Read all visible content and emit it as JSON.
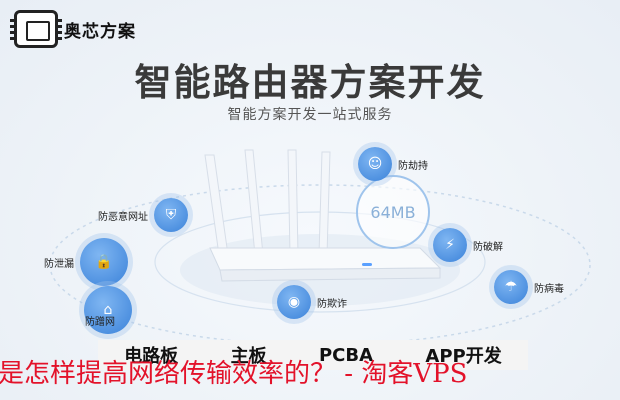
{
  "brand": {
    "name": "奥芯方案"
  },
  "hero": {
    "title": "智能路由器方案开发",
    "subtitle": "智能方案开发一站式服务"
  },
  "features": [
    {
      "name": "anti-hijack",
      "label": "防劫持",
      "icon": "face-icon"
    },
    {
      "name": "anti-malicious-url",
      "label": "防恶意网址",
      "icon": "shield-icon"
    },
    {
      "name": "anti-leak",
      "label": "防泄漏",
      "icon": "lock-icon"
    },
    {
      "name": "anti-freeload",
      "label": "防蹭网",
      "icon": "home-icon"
    },
    {
      "name": "anti-fraud",
      "label": "防欺诈",
      "icon": "eye-icon"
    },
    {
      "name": "anti-crack",
      "label": "防破解",
      "icon": "lightning-icon"
    },
    {
      "name": "anti-virus",
      "label": "防病毒",
      "icon": "umbrella-icon"
    }
  ],
  "storage_badge": "64MB",
  "services": [
    "电路板",
    "主板",
    "PCBA",
    "APP开发"
  ],
  "banner_text": "是怎样提高网络传输效率的？ - 淘客VPS",
  "colors": {
    "accent": "#3b82d9",
    "banner": "#e3122a"
  }
}
